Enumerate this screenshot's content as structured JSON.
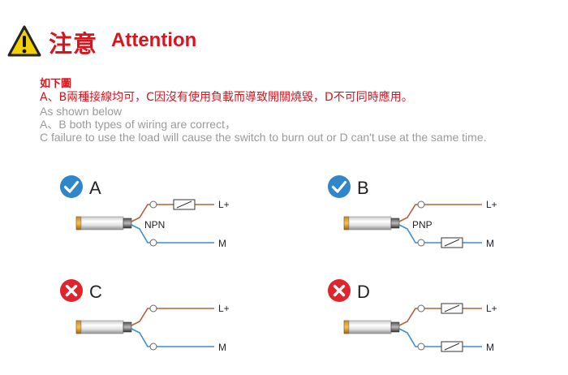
{
  "header": {
    "title_zh": "注意",
    "title_en": "Attention",
    "warning_icon": "warning-triangle-icon",
    "accent_color": "#d8141f"
  },
  "notes": {
    "heading_zh": "如下圖",
    "line_zh": "A、B兩種接線均可，C因沒有使用負載而導致開關燒毀，D不可同時應用。",
    "line_en_1": "As shown below",
    "line_en_2": "A、B both types of wiring are correct，",
    "line_en_3": "C failure to use the load will cause the switch to burn out or D can't use at the same time."
  },
  "panels": [
    {
      "letter": "A",
      "status": "check-icon",
      "status_color": "#2f86c9",
      "type_label": "NPN",
      "top_load": true,
      "bottom_load": false,
      "label_top": "L+",
      "label_bottom": "M"
    },
    {
      "letter": "B",
      "status": "check-icon",
      "status_color": "#2f86c9",
      "type_label": "PNP",
      "top_load": false,
      "bottom_load": true,
      "label_top": "L+",
      "label_bottom": "M"
    },
    {
      "letter": "C",
      "status": "cross-icon",
      "status_color": "#e0242c",
      "type_label": "",
      "top_load": false,
      "bottom_load": false,
      "label_top": "L+",
      "label_bottom": "M"
    },
    {
      "letter": "D",
      "status": "cross-icon",
      "status_color": "#e0242c",
      "type_label": "",
      "top_load": true,
      "bottom_load": true,
      "label_top": "L+",
      "label_bottom": "M"
    }
  ],
  "wire_colors": {
    "brown": "#b5603b",
    "blue": "#3a8fd0"
  }
}
